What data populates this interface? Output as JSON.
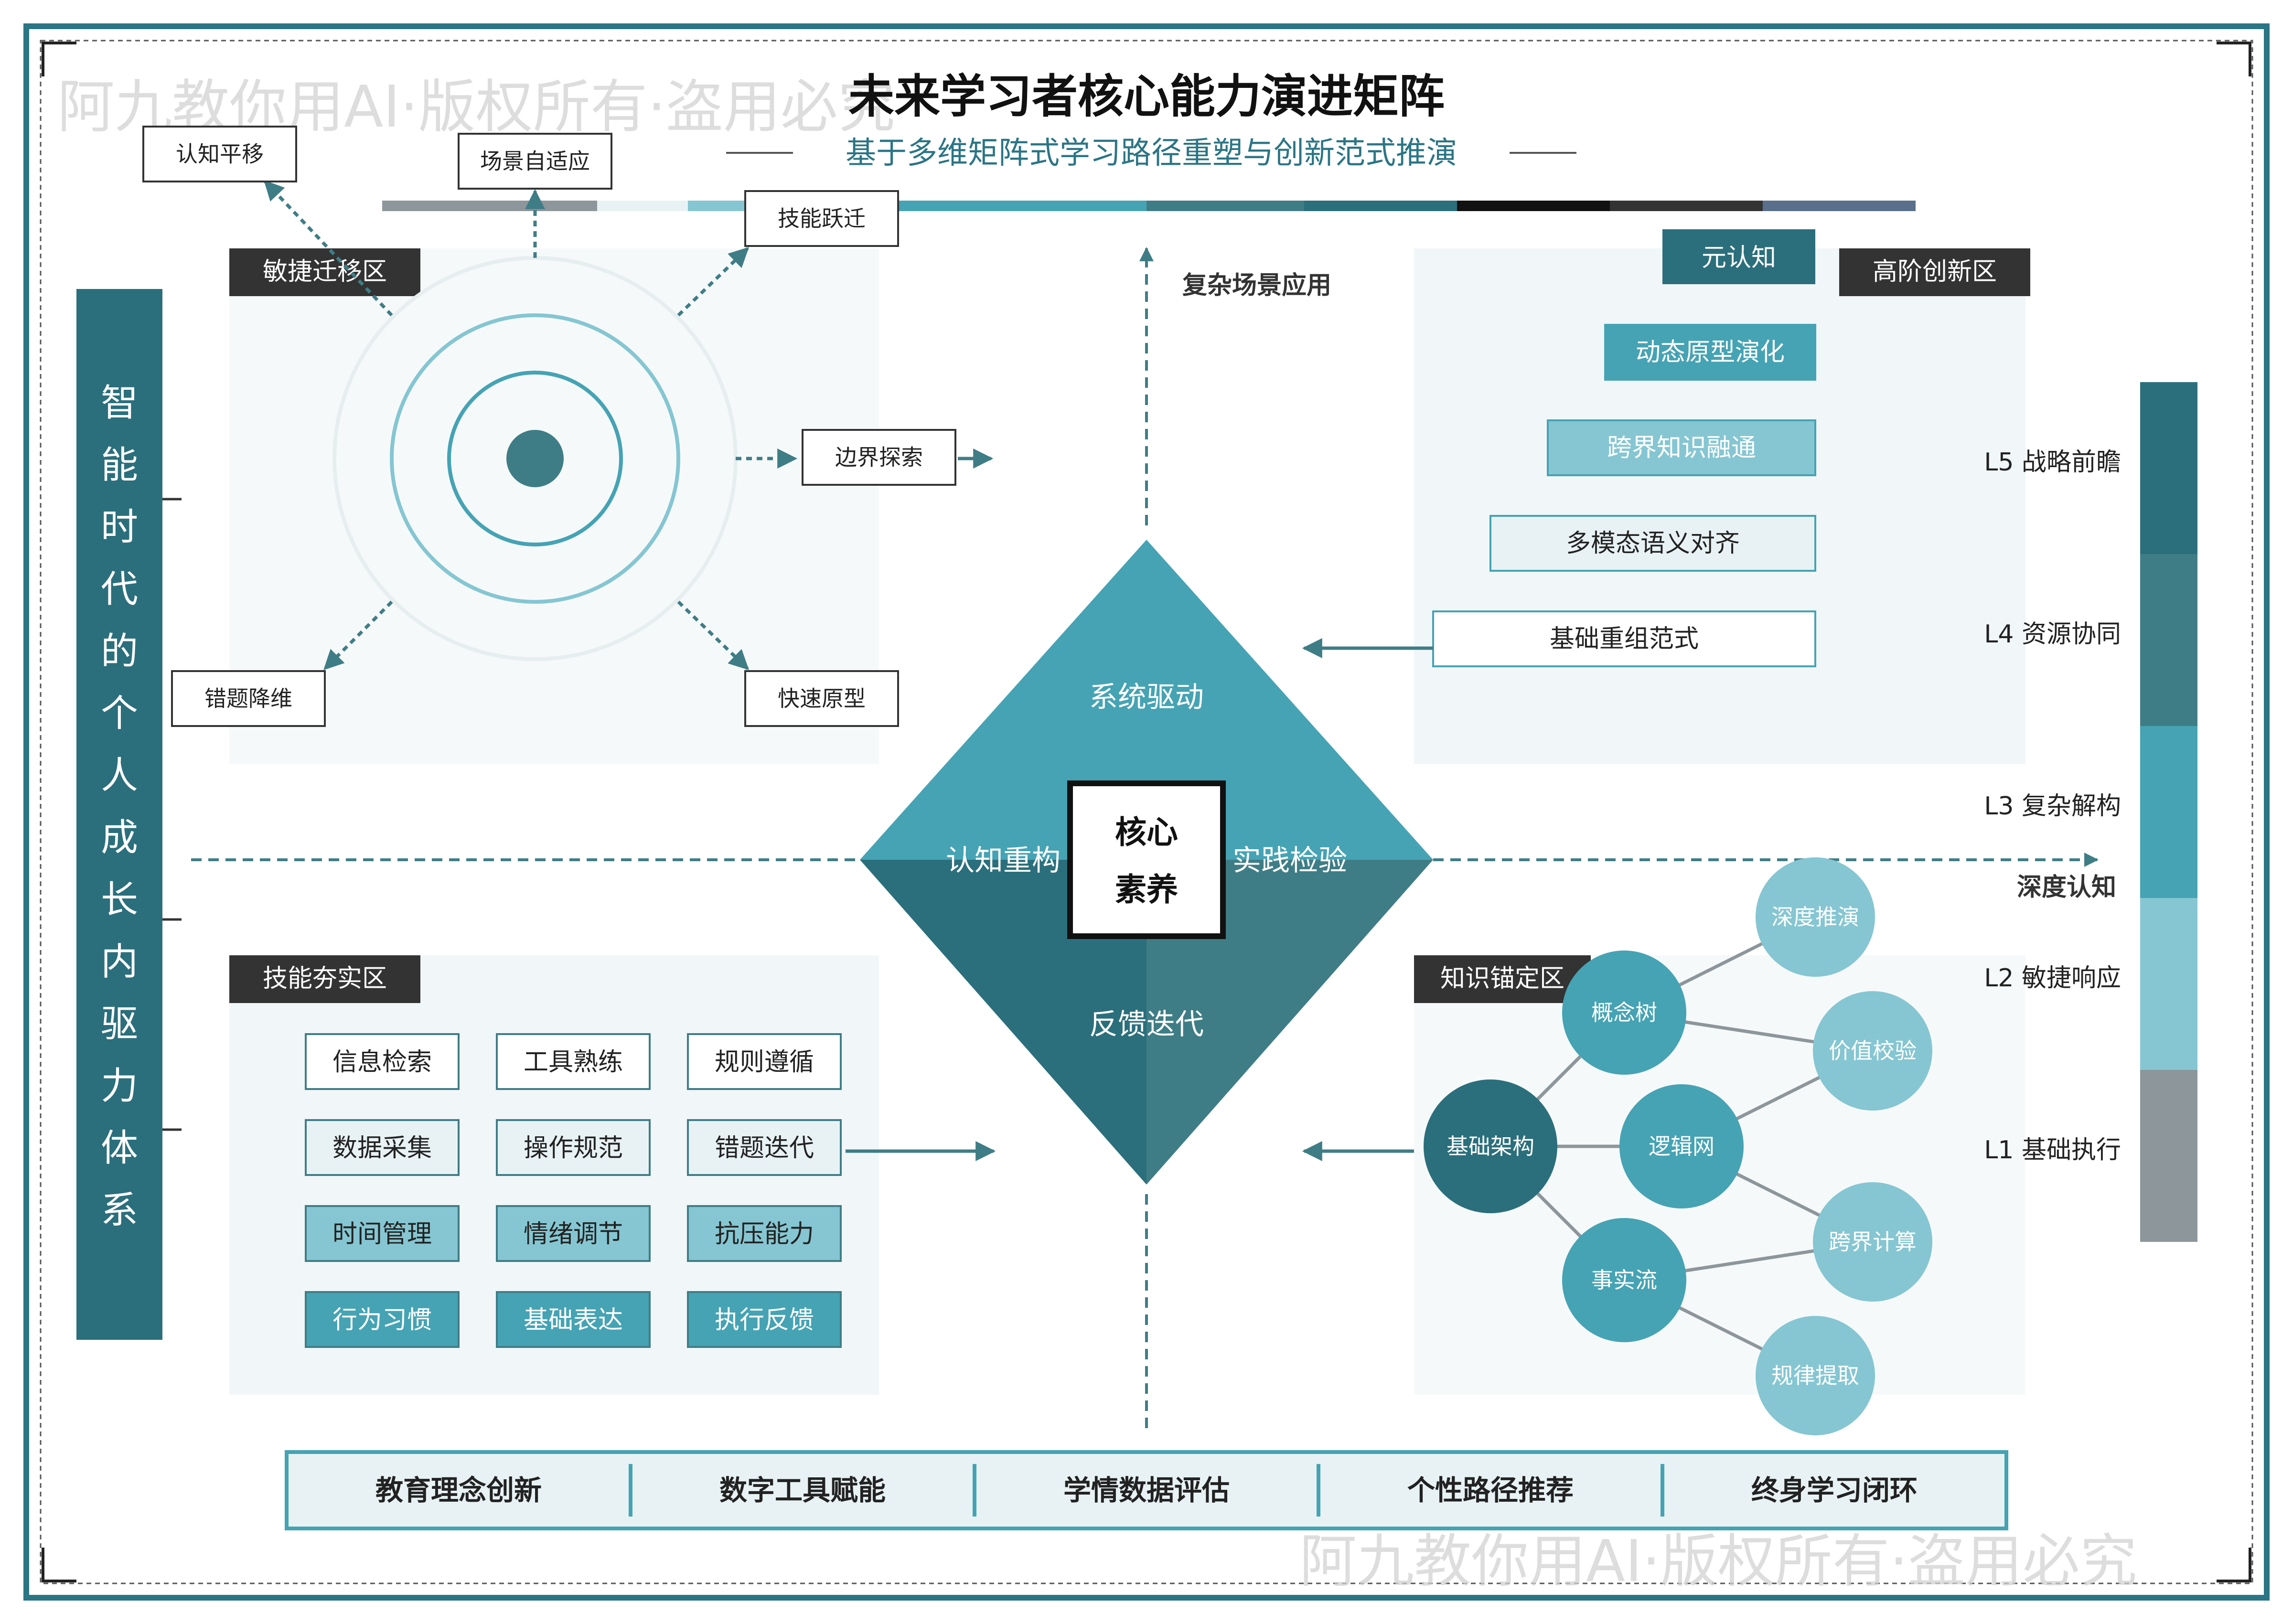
{
  "watermark": "阿九教你用AI·版权所有·盗用必究",
  "title": "未来学习者核心能力演进矩阵",
  "subtitle": "基于多维矩阵式学习路径重塑与创新范式推演",
  "colors": {
    "frame": "#2b7585",
    "deep": "#2b6f7c",
    "mid": "#3f7d86",
    "teal": "#45a3b4",
    "light": "#85c6d2",
    "pale": "#e8f2f4",
    "grey": "#8c969b",
    "dark": "#333333"
  },
  "side_title": "智能时代的个人成长内驱力体系",
  "diamond": {
    "top": "系统驱动",
    "left": "认知重构",
    "right": "实践检验",
    "bottom": "反馈迭代",
    "core": [
      "核心",
      "素养"
    ]
  },
  "axis": {
    "up_label": "复杂场景应用",
    "right_label": "深度认知"
  },
  "zones": {
    "agile": "敏捷迁移区",
    "innovation": "高阶创新区",
    "skill": "技能夯实区",
    "anchor": "知识锚定区"
  },
  "agile_nodes": [
    "认知平移",
    "场景自适应",
    "技能跃迁",
    "边界探索",
    "快速原型",
    "错题降维"
  ],
  "innovation": {
    "meta": "元认知",
    "stairs": [
      "动态原型演化",
      "跨界知识融通",
      "多模态语义对齐",
      "基础重组范式"
    ]
  },
  "skill_grid": [
    [
      "信息检索",
      "工具熟练",
      "规则遵循"
    ],
    [
      "数据采集",
      "操作规范",
      "错题迭代"
    ],
    [
      "时间管理",
      "情绪调节",
      "抗压能力"
    ],
    [
      "行为习惯",
      "基础表达",
      "执行反馈"
    ]
  ],
  "knowledge_nodes": [
    "基础架构",
    "概念树",
    "逻辑网",
    "事实流",
    "深度推演",
    "价值校验",
    "跨界计算",
    "规律提取"
  ],
  "levels": [
    "L5 战略前瞻",
    "L4 资源协同",
    "L3 复杂解构",
    "L2 敏捷响应",
    "L1 基础执行"
  ],
  "bottom_bar": [
    "教育理念创新",
    "数字工具赋能",
    "学情数据评估",
    "个性路径推荐",
    "终身学习闭环"
  ]
}
